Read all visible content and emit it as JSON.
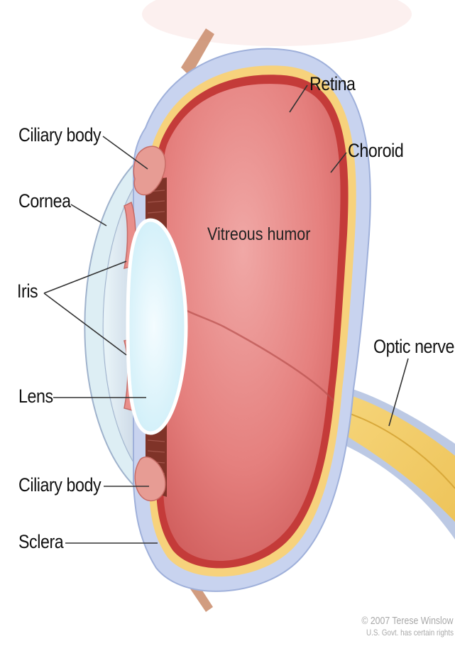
{
  "labels": {
    "retina": "Retina",
    "choroid": "Choroid",
    "ciliary_body_top": "Ciliary body",
    "cornea": "Cornea",
    "vitreous_humor": "Vitreous humor",
    "iris": "Iris",
    "optic_nerve": "Optic nerve",
    "lens": "Lens",
    "ciliary_body_bottom": "Ciliary body",
    "sclera": "Sclera"
  },
  "credit": {
    "line1": "© 2007 Terese Winslow",
    "line2": "U.S. Govt. has certain rights"
  }
}
